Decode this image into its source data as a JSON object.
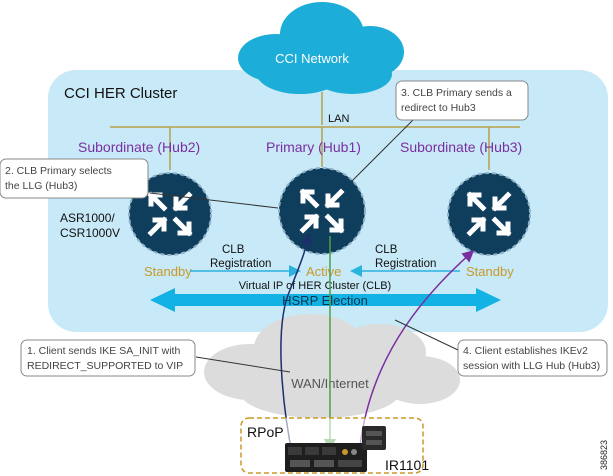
{
  "cloud_top": {
    "label": "CCI Network"
  },
  "cluster": {
    "title": "CCI HER Cluster"
  },
  "lan": {
    "label": "LAN"
  },
  "hubs": {
    "left": {
      "role": "Subordinate (Hub2)",
      "state": "Standby",
      "model": [
        "ASR1000/",
        "CSR1000V"
      ]
    },
    "center": {
      "role": "Primary (Hub1)",
      "state": "Active"
    },
    "right": {
      "role": "Subordinate (Hub3)",
      "state": "Standby"
    }
  },
  "clb_left": [
    "CLB",
    "Registration"
  ],
  "clb_right": [
    "CLB",
    "Registration"
  ],
  "vip": {
    "label": "Virtual IP of HER Cluster (CLB)"
  },
  "hsrp": {
    "label": "HSRP Election"
  },
  "wan": {
    "label": "WAN/Internet"
  },
  "rpop": {
    "label": "RPoP",
    "device": "IR1101"
  },
  "callouts": {
    "step1": [
      "1. Client sends IKE SA_INIT with",
      "REDIRECT_SUPPORTED to VIP"
    ],
    "step2": [
      "2. CLB Primary selects",
      "the LLG (Hub3)"
    ],
    "step3": [
      "3. CLB Primary sends a",
      "redirect to Hub3"
    ],
    "step4": [
      "4. Client establishes IKEv2",
      "session with LLG Hub (Hub3)"
    ]
  },
  "figure_id": "386823",
  "colors": {
    "cloud_blue": "#1cadd8",
    "cluster_bg": "#c8e9f7",
    "hub_navy": "#0f3d5c",
    "purple": "#7a2fa0",
    "gold": "#c79a2a",
    "hsrp_cyan": "#12b3e4",
    "green_arrow": "#4fa048",
    "navy_arrow": "#1b2f6b"
  }
}
